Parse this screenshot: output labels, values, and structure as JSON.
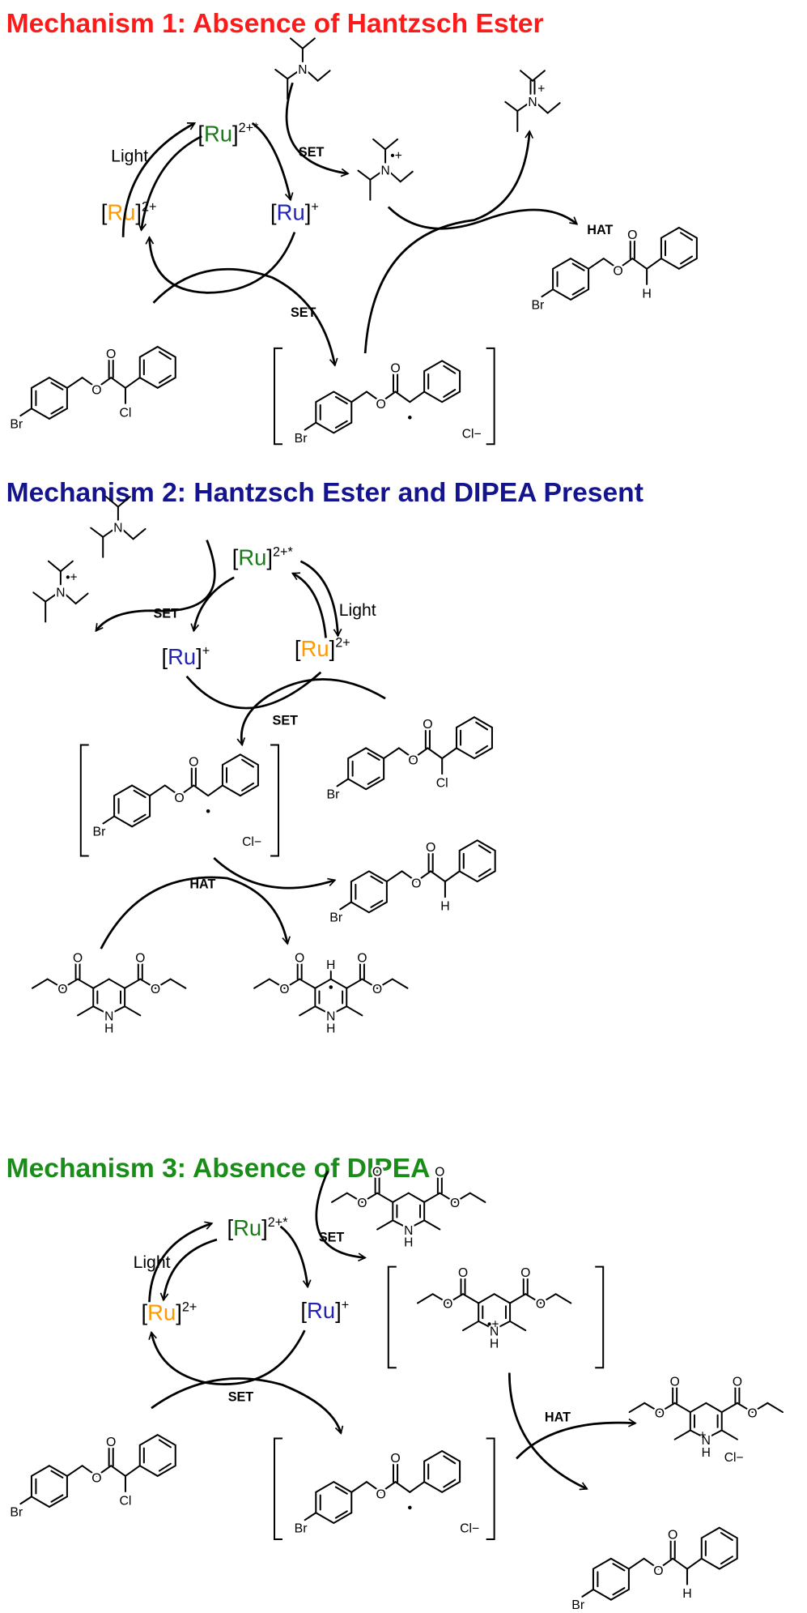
{
  "atoms": {
    "Br": "Br",
    "O": "O",
    "Cl": "Cl",
    "H": "H",
    "N": "N"
  },
  "ru": {
    "open": "[",
    "metal": "Ru",
    "close": "]",
    "excited_charge": "2+*",
    "ground_charge": "2+",
    "reduced_charge": "+"
  },
  "colors": {
    "m1_title": "#ff1a1a",
    "m2_title": "#14148c",
    "m3_title": "#1a8c1a",
    "ru_excited": "#1a7a1a",
    "ru_ground": "#ff9900",
    "ru_reduced": "#2323b4"
  },
  "m1": {
    "title": "Mechanism 1: Absence of Hantzsch Ester",
    "light": "Light",
    "set_top": "SET",
    "set_bottom": "SET",
    "hat": "HAT",
    "counterion": "Cl−",
    "radical_cation_charge": "•+",
    "iminium_charge": "+"
  },
  "m2": {
    "title": "Mechanism 2: Hantzsch Ester and DIPEA Present",
    "light": "Light",
    "set_top": "SET",
    "set_bottom": "SET",
    "hat": "HAT",
    "counterion": "Cl−",
    "radical_cation_charge": "•+"
  },
  "m3": {
    "title": "Mechanism 3: Absence of DIPEA",
    "light": "Light",
    "set_top": "SET",
    "set_bottom": "SET",
    "hat": "HAT",
    "counterion": "Cl−",
    "counterion_pyridinium": "Cl−",
    "radical_cation_charge": "•+",
    "pyridinium_charge": "+"
  }
}
